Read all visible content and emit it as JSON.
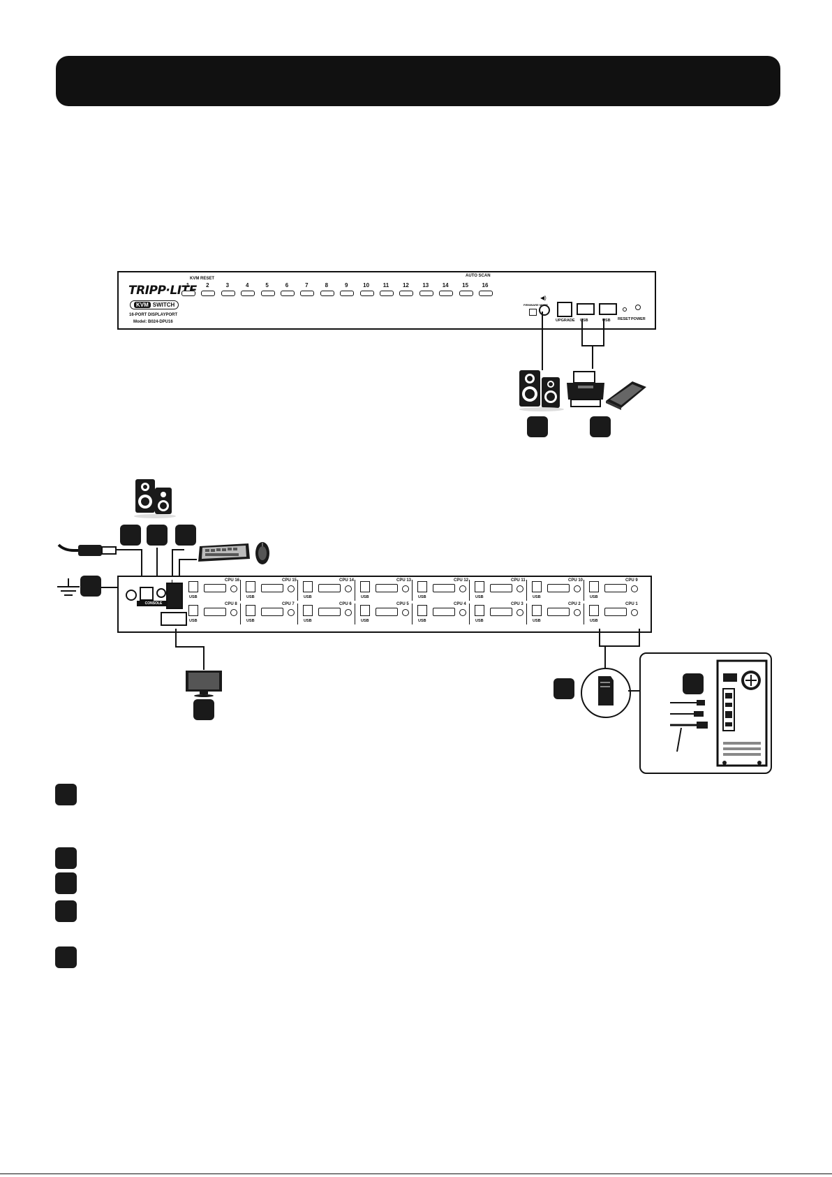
{
  "front_panel": {
    "brand": "TRIPP·LITE",
    "kvm_badge": "KVM",
    "switch_label": "SWITCH",
    "product": "16-PORT DISPLAYPORT",
    "model": "Model: B024-DPU16",
    "kvm_reset_label": "KVM RESET",
    "auto_scan_label": "AUTO SCAN",
    "port_numbers": [
      "1",
      "2",
      "3",
      "4",
      "5",
      "6",
      "7",
      "8",
      "9",
      "10",
      "11",
      "12",
      "13",
      "14",
      "15",
      "16"
    ],
    "jack_labels": [
      "UPGRADE",
      "USB",
      "USB",
      "RESET",
      "POWER"
    ],
    "mode_label": "FIRMWARE MODE"
  },
  "rear_panel": {
    "console_label": "CONSOLE",
    "usb_label": "USB",
    "cpu_top_row": [
      "CPU 16",
      "CPU 15",
      "CPU 14",
      "CPU 13",
      "CPU 12",
      "CPU 11",
      "CPU 10",
      "CPU 9"
    ],
    "cpu_bottom_row": [
      "CPU 8",
      "CPU 7",
      "CPU 6",
      "CPU 5",
      "CPU 4",
      "CPU 3",
      "CPU 2",
      "CPU 1"
    ]
  },
  "icons": [
    "speaker-icon",
    "printer-icon",
    "scanner-icon",
    "power-plug-icon",
    "ground-icon",
    "keyboard-icon",
    "mouse-icon",
    "monitor-icon",
    "pc-tower-icon",
    "kvm-cable-icon"
  ]
}
